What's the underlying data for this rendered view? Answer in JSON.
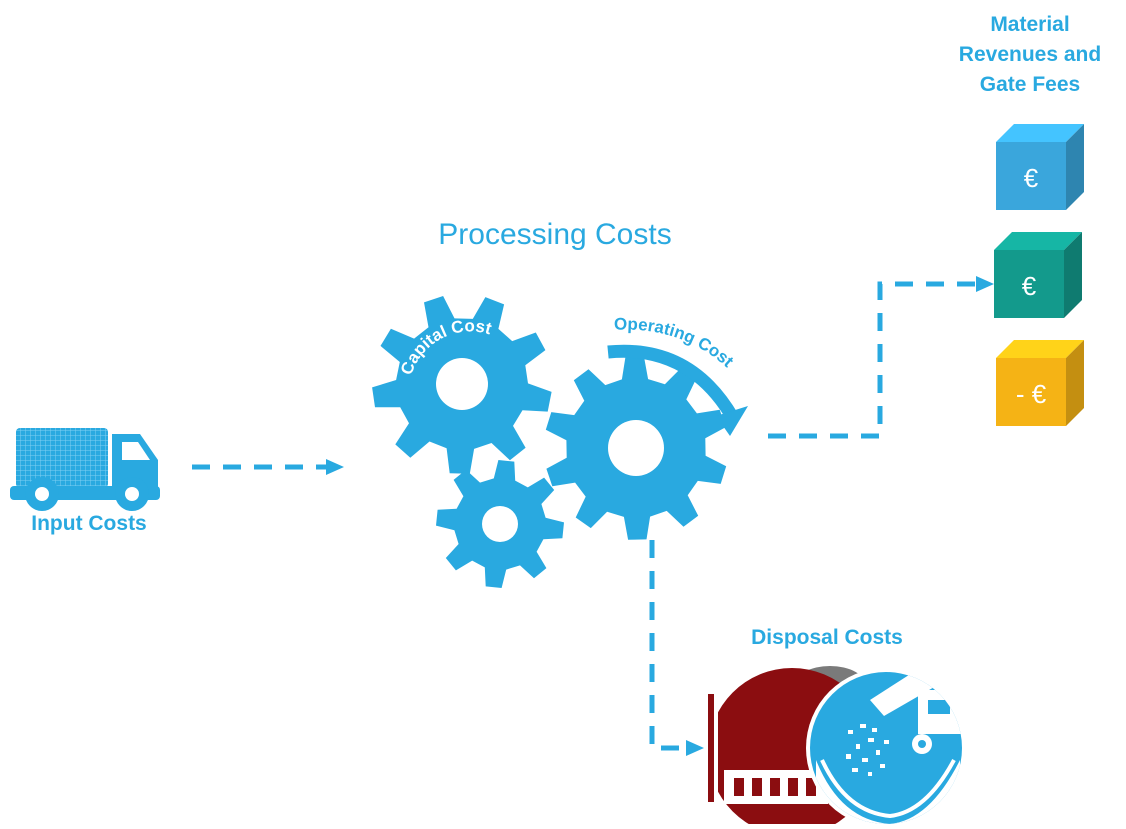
{
  "diagram": {
    "title": "Processing Costs",
    "input_label": "Input Costs",
    "disposal_label": "Disposal Costs",
    "revenue_label": "Material Revenues and Gate Fees",
    "capital_label": "Capital Cost",
    "operating_label": "Operating Cost",
    "cubes": [
      {
        "label": "€",
        "color": "#3aa6dc"
      },
      {
        "label": "€",
        "color": "#139a8c"
      },
      {
        "label": "- €",
        "color": "#f5b315"
      }
    ]
  },
  "colors": {
    "accent": "#29a9e0",
    "plant": "#8b0d10",
    "gray": "#7a7a7a"
  }
}
